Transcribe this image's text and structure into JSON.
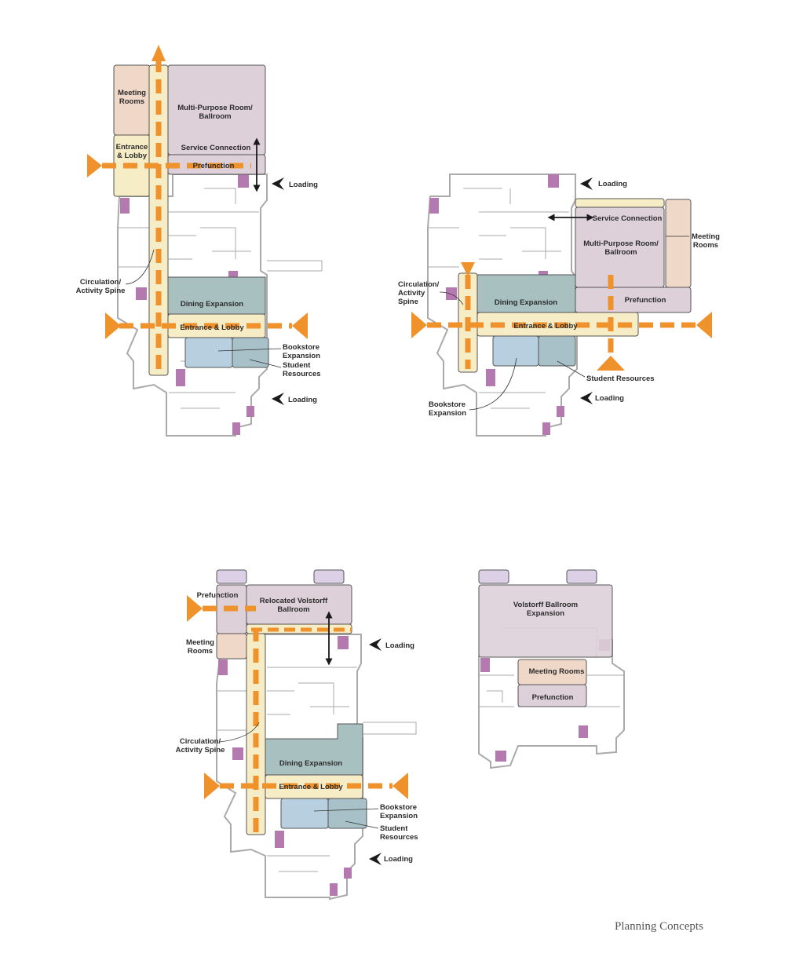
{
  "colors": {
    "circulation": "#f0922c",
    "entrance": "#f6ecc5",
    "meeting": "#f0d8c8",
    "ballroom": "#ddd0d8",
    "ballroom_top": "#dcd0e6",
    "dining": "#a8c0c0",
    "bookstore": "#b8cfe0",
    "stair": "#b47ab0",
    "plan_line": "#aaaaaa"
  },
  "plans": [
    {
      "labels": {
        "meeting_rooms": "Meeting\nRooms",
        "multi_purpose": "Multi-Purpose Room/\nBallroom",
        "service_connection": "Service Connection",
        "entrance_lobby_top": "Entrance\n& Lobby",
        "prefunction": "Prefunction",
        "loading_top": "Loading",
        "circulation_spine": "Circulation/\nActivity Spine",
        "dining_expansion": "Dining Expansion",
        "entrance_lobby": "Entrance & Lobby",
        "bookstore_expansion": "Bookstore\nExpansion",
        "student_resources": "Student\nResources",
        "loading_bottom": "Loading"
      }
    },
    {
      "labels": {
        "loading_top": "Loading",
        "service_connection": "Service Connection",
        "multi_purpose": "Multi-Purpose Room/\nBallroom",
        "meeting_rooms": "Meeting\nRooms",
        "prefunction": "Prefunction",
        "circulation_spine": "Circulation/\nActivity\nSpine",
        "dining_expansion": "Dining Expansion",
        "entrance_lobby": "Entrance & Lobby",
        "student_resources": "Student Resources",
        "bookstore_expansion": "Bookstore\nExpansion",
        "loading_bottom": "Loading"
      }
    },
    {
      "labels": {
        "prefunction": "Prefunction",
        "relocated_ballroom": "Relocated Volstorff\nBallroom",
        "meeting_rooms": "Meeting\nRooms",
        "loading_top": "Loading",
        "circulation_spine": "Circulation/\nActivity Spine",
        "dining_expansion": "Dining Expansion",
        "entrance_lobby": "Entrance & Lobby",
        "bookstore_expansion": "Bookstore\nExpansion",
        "student_resources": "Student\nResources",
        "loading_bottom": "Loading"
      }
    },
    {
      "labels": {
        "ballroom_expansion": "Volstorff Ballroom\nExpansion",
        "meeting_rooms": "Meeting Rooms",
        "prefunction": "Prefunction"
      }
    }
  ],
  "footer": "Planning Concepts"
}
